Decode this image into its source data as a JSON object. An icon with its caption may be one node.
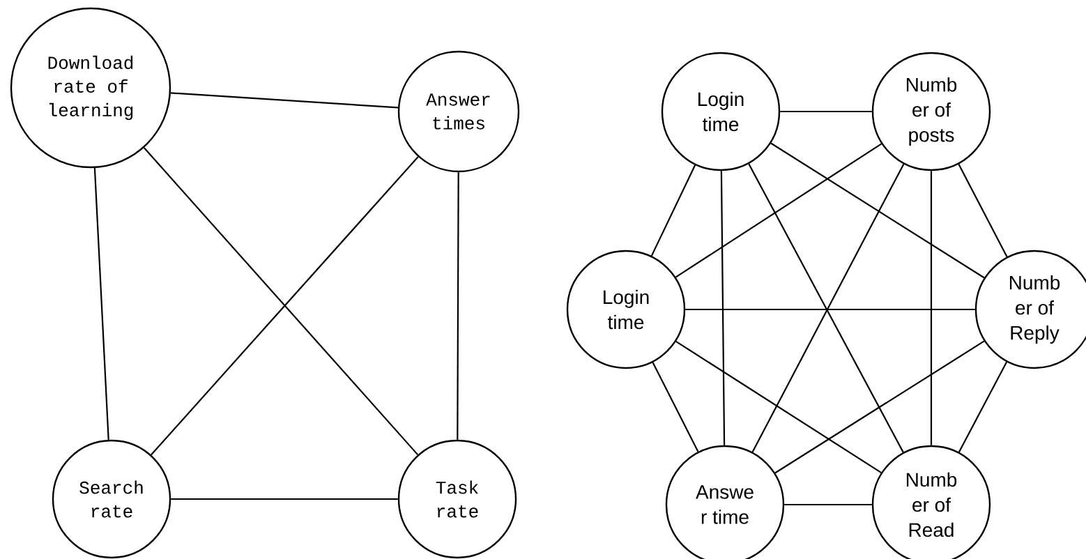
{
  "diagram": {
    "nodes": [
      {
        "text": [
          "Download rate of learning"
        ]
      },
      {
        "text": [
          "Answer times"
        ]
      },
      {
        "text": [
          "Search rate"
        ]
      },
      {
        "text": [
          "Task rate"
        ]
      },
      {
        "text": [
          "Login time"
        ]
      },
      {
        "text": [
          "Numb er of posts"
        ]
      },
      {
        "text": [
          "Login time"
        ]
      },
      {
        "text": [
          "Numb er of Reply"
        ]
      },
      {
        "text": [
          "Answe r time"
        ]
      },
      {
        "text": [
          "Numb er of Read"
        ]
      }
    ],
    "edges": [
      {
        "from": 0,
        "to": 1,
        "arrow": "none"
      },
      {
        "from": 0,
        "to": 2,
        "arrow": "none"
      },
      {
        "from": 0,
        "to": 3,
        "arrow": "none"
      },
      {
        "from": 1,
        "to": 2,
        "arrow": "none"
      },
      {
        "from": 1,
        "to": 3,
        "arrow": "none"
      },
      {
        "from": 2,
        "to": 3,
        "arrow": "none"
      },
      {
        "from": 4,
        "to": 5,
        "arrow": "none"
      },
      {
        "from": 4,
        "to": 6,
        "arrow": "none"
      },
      {
        "from": 4,
        "to": 7,
        "arrow": "none"
      },
      {
        "from": 4,
        "to": 8,
        "arrow": "none"
      },
      {
        "from": 4,
        "to": 9,
        "arrow": "none"
      },
      {
        "from": 5,
        "to": 6,
        "arrow": "none"
      },
      {
        "from": 5,
        "to": 7,
        "arrow": "none"
      },
      {
        "from": 5,
        "to": 8,
        "arrow": "none"
      },
      {
        "from": 5,
        "to": 9,
        "arrow": "none"
      },
      {
        "from": 6,
        "to": 7,
        "arrow": "none"
      },
      {
        "from": 6,
        "to": 8,
        "arrow": "none"
      },
      {
        "from": 6,
        "to": 9,
        "arrow": "none"
      },
      {
        "from": 7,
        "to": 8,
        "arrow": "none"
      },
      {
        "from": 7,
        "to": 9,
        "arrow": "none"
      },
      {
        "from": 8,
        "to": 9,
        "arrow": "none"
      }
    ]
  }
}
